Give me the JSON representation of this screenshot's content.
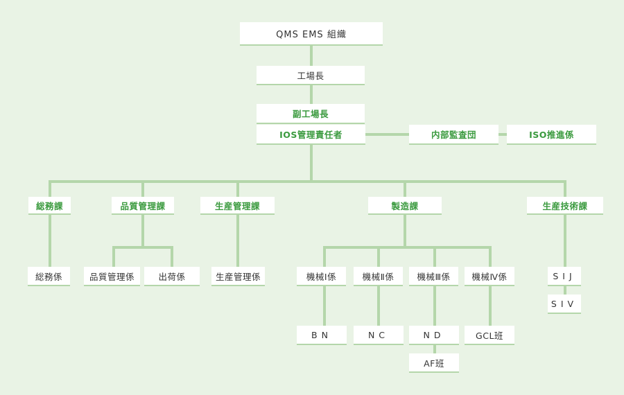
{
  "colors": {
    "background": "#e9f3e5",
    "connector": "#b4d6aa",
    "box": "#ffffff",
    "accent_text": "#3a9a3e",
    "normal_text": "#333333"
  },
  "org": {
    "top": "QMS EMS 組織",
    "factory_manager": "工場長",
    "deputy_manager": "副工場長",
    "ios_manager": "IOS管理責任者",
    "internal_audit": "内部監査団",
    "iso_promotion": "ISO推進係",
    "departments": {
      "general_affairs": "総務課",
      "quality_control": "品質管理課",
      "production_control": "生産管理課",
      "manufacturing": "製造課",
      "production_engineering": "生産技術課"
    },
    "sections": {
      "general_affairs_section": "総務係",
      "quality_control_section": "品質管理係",
      "shipping_section": "出荷係",
      "production_control_section": "生産管理係",
      "machine_1": "機械Ⅰ係",
      "machine_2": "機械Ⅱ係",
      "machine_3": "機械Ⅲ係",
      "machine_4": "機械Ⅳ係",
      "sij": "SIJ",
      "siv": "SIV"
    },
    "teams": {
      "bn": "BN",
      "nc": "NC",
      "nd": "ND",
      "af": "AF班",
      "gcl": "GCL班"
    }
  }
}
